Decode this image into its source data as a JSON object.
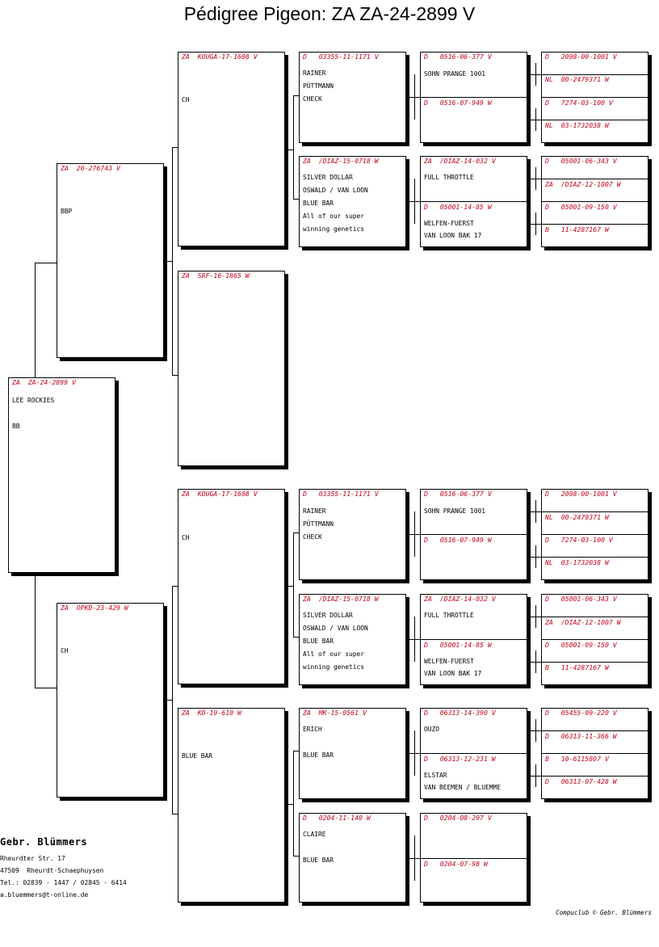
{
  "header": {
    "title": "Pédigree Pigeon: ZA  ZA-24-2899 V"
  },
  "subject": {
    "ring": "ZA  ZA-24-2899 V",
    "name": "LEE ROCKIES",
    "color": "BB"
  },
  "sire": {
    "ring": "ZA  20-276743 V",
    "color": "BBP"
  },
  "dam": {
    "ring": "ZA  OPKD-23-429 W",
    "color": "CH"
  },
  "ss": {
    "ring": "ZA  KOUGA-17-1608 V",
    "color": "CH"
  },
  "sd": {
    "ring": "ZA  SRF-16-1865 W"
  },
  "ds": {
    "ring": "ZA  KOUGA-17-1608 V",
    "color": "CH"
  },
  "dd": {
    "ring": "ZA  KD-19-610 W",
    "color": "BLUE BAR"
  },
  "sss": {
    "ring": "D   03355-11-1171 V",
    "lines": [
      "RAINER",
      "PÜTTMANN",
      "CHECK"
    ]
  },
  "ssd": {
    "ring": "ZA  /DIAZ-15-0718 W",
    "lines": [
      "SILVER DOLLAR",
      "OSWALD / VAN LOON",
      "BLUE BAR",
      "All of our super",
      "winning genetics"
    ]
  },
  "dss": {
    "ring": "D   03355-11-1171 V",
    "lines": [
      "RAINER",
      "PÜTTMANN",
      "CHECK"
    ]
  },
  "dsd": {
    "ring": "ZA  /DIAZ-15-0718 W",
    "lines": [
      "SILVER DOLLAR",
      "OSWALD / VAN LOON",
      "BLUE BAR",
      "All of our super",
      "winning genetics"
    ]
  },
  "dds": {
    "ring": "ZA  MK-15-0561 V",
    "lines": [
      "ERICH",
      "BLUE BAR"
    ]
  },
  "ddd": {
    "ring": "D   0204-11-140 W",
    "lines": [
      "CLAIRE",
      "BLUE BAR"
    ]
  },
  "g4": {
    "sss": {
      "top": "D   0516-06-377 V",
      "top_name": "SOHN PRANGE 1001",
      "bot": "D   0516-07-949 W",
      "bot_lines": []
    },
    "ssd": {
      "top": "ZA  /DIAZ-14-032 V",
      "top_name": "FULL THROTTLE",
      "bot": "D   05001-14-85 W",
      "bot_lines": [
        "WELFEN-FUERST",
        "VAN LOON BAK 17"
      ]
    },
    "dss": {
      "top": "D   0516-06-377 V",
      "top_name": "SOHN PRANGE 1001",
      "bot": "D   0516-07-949 W",
      "bot_lines": []
    },
    "dsd": {
      "top": "ZA  /DIAZ-14-032 V",
      "top_name": "FULL THROTTLE",
      "bot": "D   05001-14-85 W",
      "bot_lines": [
        "WELFEN-FUERST",
        "VAN LOON BAK 17"
      ]
    },
    "dds": {
      "top": "D   06313-14-390 V",
      "top_name": "OUZO",
      "bot": "D   06313-12-231 W",
      "bot_lines": [
        "ELSTAR",
        "VAN BEEMEN / BLUEMME"
      ]
    },
    "ddd": {
      "top": "D   0204-08-297 V",
      "top_name": "",
      "bot": "D   0204-07-98 W",
      "bot_lines": []
    }
  },
  "g5": [
    [
      "D   2098-00-1001 V",
      "NL  00-2479371 W",
      "D   7274-03-100 V",
      "NL  03-1732038 W"
    ],
    [
      "D   05001-06-343 V",
      "ZA  /DIAZ-12-1007 W",
      "D   05001-09-150 V",
      "B   11-4287167 W"
    ],
    [
      "D   2098-00-1001 V",
      "NL  00-2479371 W",
      "D   7274-03-100 V",
      "NL  03-1732038 W"
    ],
    [
      "D   05001-06-343 V",
      "ZA  /DIAZ-12-1007 W",
      "D   05001-09-150 V",
      "B   11-4287167 W"
    ],
    [
      "D   05455-09-220 V",
      "D   06313-11-366 W",
      "B   10-6115807 V",
      "D   06313-07-428 W"
    ]
  ],
  "owner": {
    "name": "Gebr. Blümmers",
    "street": "Rheurdter Str. 17",
    "city": "47509  Rheurdt-Schaephuysen",
    "tel": "Tel.: 02839 - 1447 / 02845 - 6414",
    "email": "a.bluemmers@t-online.de"
  },
  "credit": "Compuclub © Gebr. Blümmers",
  "colors": {
    "ring_text": "#c0001a",
    "ink": "#000000"
  }
}
